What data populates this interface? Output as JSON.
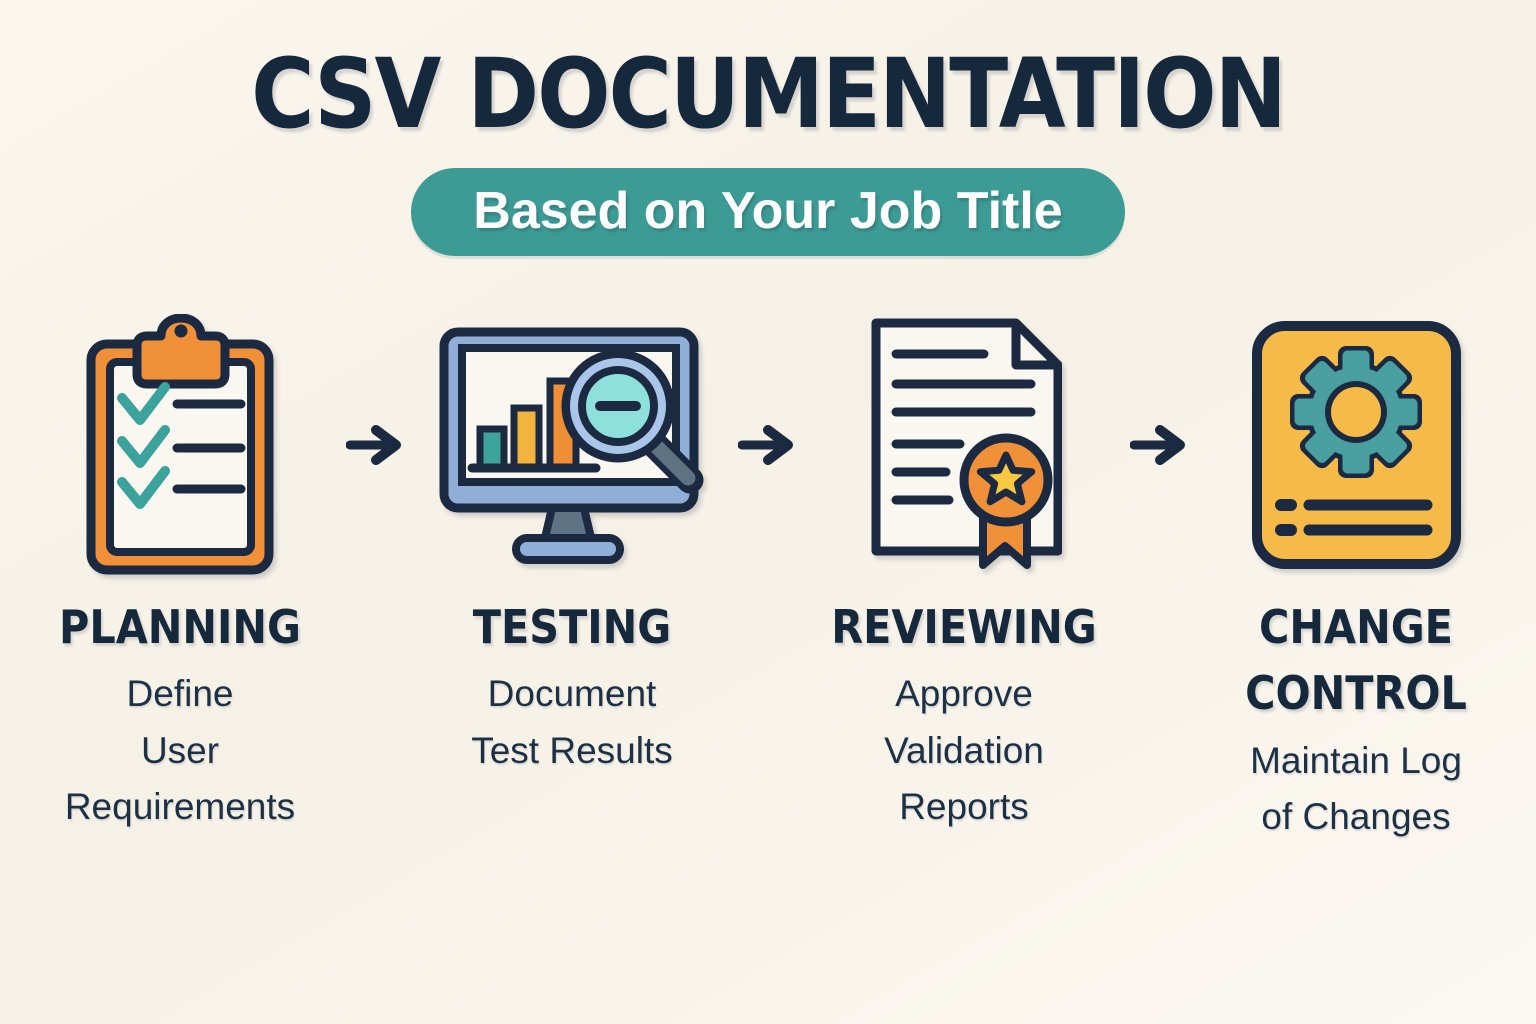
{
  "title": "CSV DOCUMENTATION",
  "badge": {
    "label": "Based on Your Job Title"
  },
  "stages": [
    {
      "name": "PLANNING",
      "description": "Define\nUser\nRequirements",
      "icon": "clipboard-checklist-icon"
    },
    {
      "name": "TESTING",
      "description": "Document\nTest Results",
      "icon": "monitor-bar-chart-magnifier-icon"
    },
    {
      "name": "REVIEWING",
      "description": "Approve\nValidation\nReports",
      "icon": "certificate-document-icon"
    },
    {
      "name": "CHANGE CONTROL",
      "description": "Maintain Log\nof Changes",
      "icon": "gear-document-icon"
    }
  ],
  "palette": {
    "background": "#f7f2e8",
    "navy": "#1b2a40",
    "teal": "#3d9b96",
    "teal_light": "#8ee0dd",
    "orange": "#f09038",
    "amber": "#f5ba48",
    "yellow": "#f8c940",
    "periwinkle": "#8fafd9",
    "periwinkle_light": "#a9c6ea",
    "slate": "#5d7282",
    "paper_white": "#faf7f0",
    "badge_text": "#ffffff"
  }
}
